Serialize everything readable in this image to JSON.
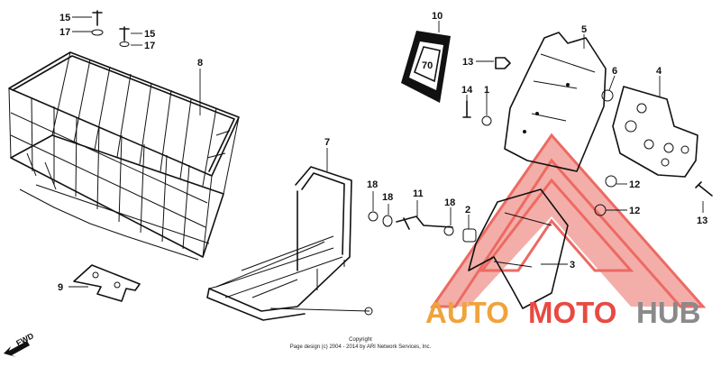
{
  "callouts": {
    "c15a": "15",
    "c17a": "17",
    "c15b": "15",
    "c17b": "17",
    "c8": "8",
    "c9": "9",
    "c7": "7",
    "c10": "10",
    "c13a": "13",
    "c14": "14",
    "c1": "1",
    "c5": "5",
    "c6": "6",
    "c4": "4",
    "c12a": "12",
    "c12b": "12",
    "c13b": "13",
    "c18a": "18",
    "c18b": "18",
    "c11": "11",
    "c18c": "18",
    "c2": "2",
    "c3": "3"
  },
  "emblem_text": "70",
  "fwd_label": "FWD",
  "copyright": {
    "line1": "Copyright",
    "line2": "Page design (c) 2004 - 2014 by ARI Network Services, Inc."
  },
  "watermark": {
    "part1": "AUTO",
    "part2": "MOTO",
    "part3": "HUB",
    "colors": {
      "auto": "#f0a33b",
      "moto": "#e84a41",
      "hub": "#8a8a8a",
      "triangle": "#e84a41"
    }
  }
}
